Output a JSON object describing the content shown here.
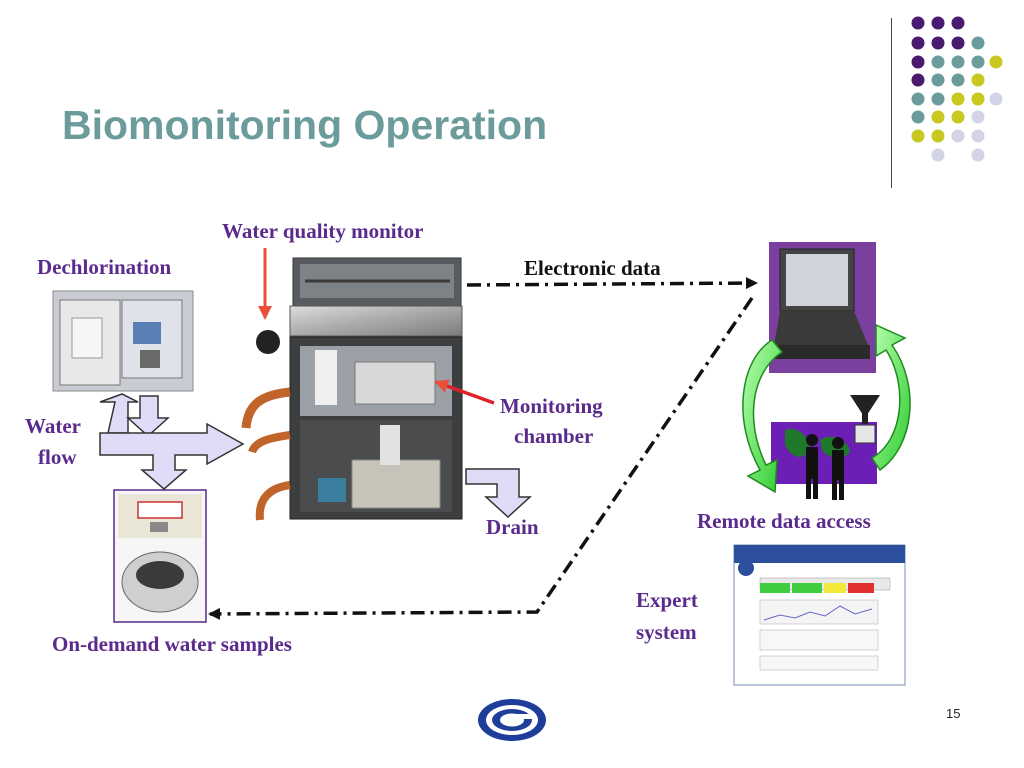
{
  "slide": {
    "title": "Biomonitoring Operation",
    "page_number": "15"
  },
  "labels": {
    "water_quality_monitor": "Water quality monitor",
    "dechlorination": "Dechlorination",
    "water_flow_1": "Water",
    "water_flow_2": "flow",
    "electronic_data": "Electronic data",
    "monitoring_1": "Monitoring",
    "monitoring_2": "chamber",
    "drain": "Drain",
    "remote_data_access": "Remote data access",
    "expert_1": "Expert",
    "expert_2": "system",
    "samples": "On-demand water samples"
  },
  "colors": {
    "title": "#6b9c9b",
    "label_purple": "#5a2a8c",
    "arrow_fill": "#e0dcf8",
    "pointer_arrow": "#e8503a",
    "accent_red": "#e0202a"
  },
  "decoration": {
    "dot_colors": [
      "#4a1a6e",
      "#6b9c9b",
      "#c8c81e",
      "#d3d3e6"
    ]
  }
}
